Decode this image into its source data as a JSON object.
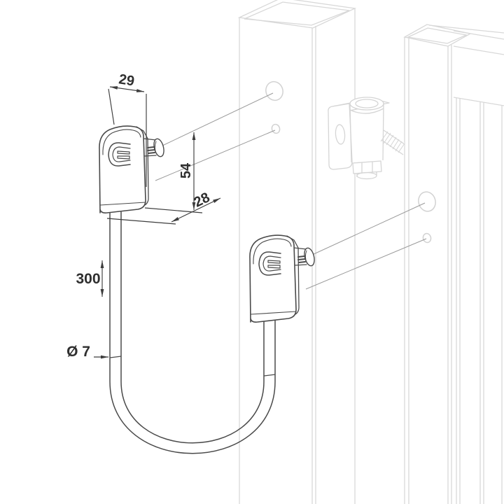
{
  "drawing": {
    "background": "#ffffff",
    "colors": {
      "product_line": "#4a4a4a",
      "structure_line": "#d8d8d8",
      "leader_line": "#9a9a9a",
      "dimension_line": "#3d3d3d",
      "label_text": "#2f2f2f"
    },
    "labels": {
      "bracket_width": "29",
      "bracket_height": "54",
      "bracket_depth": "28",
      "cable_length": "300",
      "cable_diameter": "Ø 7"
    }
  }
}
